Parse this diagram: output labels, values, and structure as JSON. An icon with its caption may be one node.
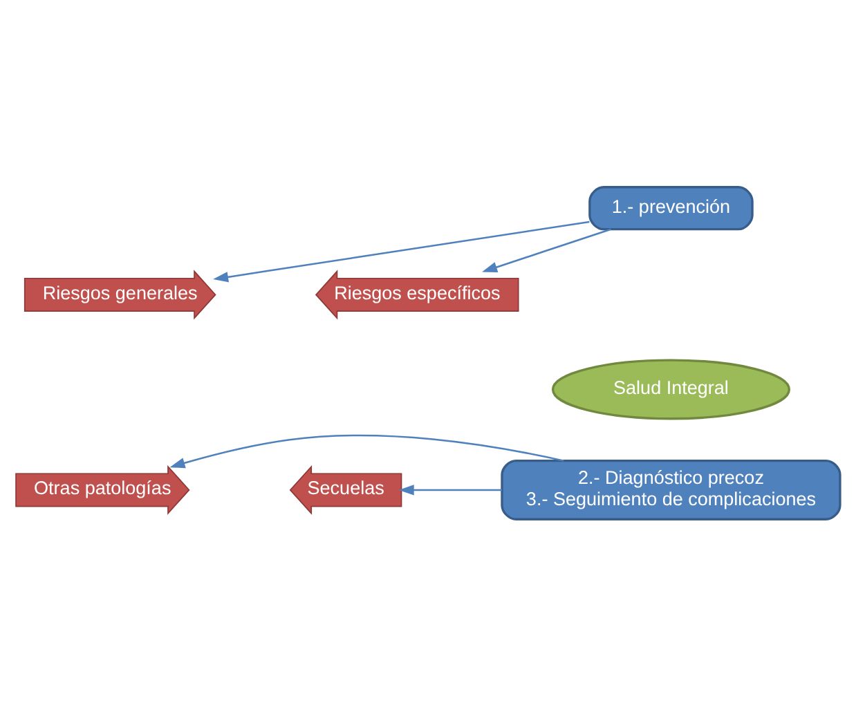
{
  "diagram": {
    "nodes": [
      {
        "text": [
          "1.- prevención"
        ]
      },
      {
        "text": [
          "Riesgos generales"
        ]
      },
      {
        "text": [
          "Riesgos específicos"
        ]
      },
      {
        "text": [
          "Salud Integral"
        ]
      },
      {
        "text": [
          "Otras patologías"
        ]
      },
      {
        "text": [
          "Secuelas"
        ]
      },
      {
        "text": [
          "2.- Diagnóstico precoz",
          "3.- Seguimiento de complicaciones"
        ]
      }
    ],
    "edges": [
      {
        "from": 0,
        "to": 1,
        "arrow": "to"
      },
      {
        "from": 0,
        "to": 2,
        "arrow": "to"
      },
      {
        "from": 6,
        "to": 4,
        "arrow": "to"
      },
      {
        "from": 6,
        "to": 5,
        "arrow": "to"
      }
    ]
  }
}
